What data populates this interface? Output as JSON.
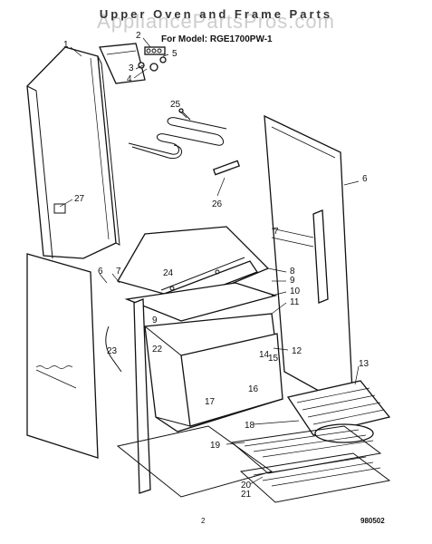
{
  "header": {
    "title": "Upper Oven and Frame Parts",
    "watermark": "AppliancePartsPros.com",
    "model_line": "For Model: RGE1700PW-1"
  },
  "callouts": [
    "1",
    "2",
    "3",
    "4",
    "5",
    "6",
    "6",
    "7",
    "7",
    "8",
    "9",
    "9",
    "10",
    "11",
    "12",
    "13",
    "14",
    "15",
    "16",
    "17",
    "18",
    "19",
    "20",
    "21",
    "22",
    "23",
    "24",
    "25",
    "26",
    "27"
  ],
  "footer": {
    "page_number": "2",
    "document_number": "980502"
  }
}
